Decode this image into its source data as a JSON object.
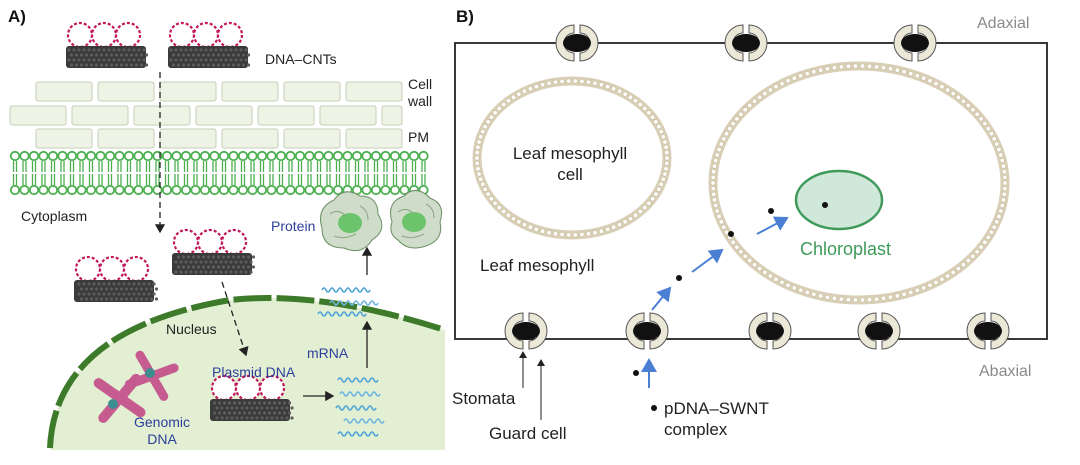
{
  "panel_a": {
    "label": "A)",
    "dna_cnts": "DNA–CNTs",
    "cell_wall_line1": "Cell",
    "cell_wall_line2": "wall",
    "pm": "PM",
    "cytoplasm": "Cytoplasm",
    "protein": "Protein",
    "nucleus": "Nucleus",
    "mrna": "mRNA",
    "plasmid_dna": "Plasmid DNA",
    "genomic_line1": "Genomic",
    "genomic_line2": "DNA"
  },
  "panel_b": {
    "label": "B)",
    "adaxial": "Adaxial",
    "abaxial": "Abaxial",
    "mesophyll_cell_line1": "Leaf mesophyll",
    "mesophyll_cell_line2": "cell",
    "leaf_mesophyll": "Leaf mesophyll",
    "chloroplast": "Chloroplast",
    "stomata": "Stomata",
    "guard_cell": "Guard cell",
    "complex_line1": "pDNA–SWNT",
    "complex_line2": "complex"
  },
  "colors": {
    "membrane_green": "#4caf50",
    "cell_wall_fill": "#eef3e6",
    "nucleus_fill": "#e3efd3",
    "nucleus_border": "#3d7a2a",
    "cnt_dark": "#3a3a3a",
    "dna_pink": "#c2185b",
    "arrow_blue": "#4a7fd4",
    "chloroplast_fill": "#cfe8da",
    "chloroplast_border": "#3f9a5a",
    "guard_cell_fill": "#ece8d8"
  }
}
